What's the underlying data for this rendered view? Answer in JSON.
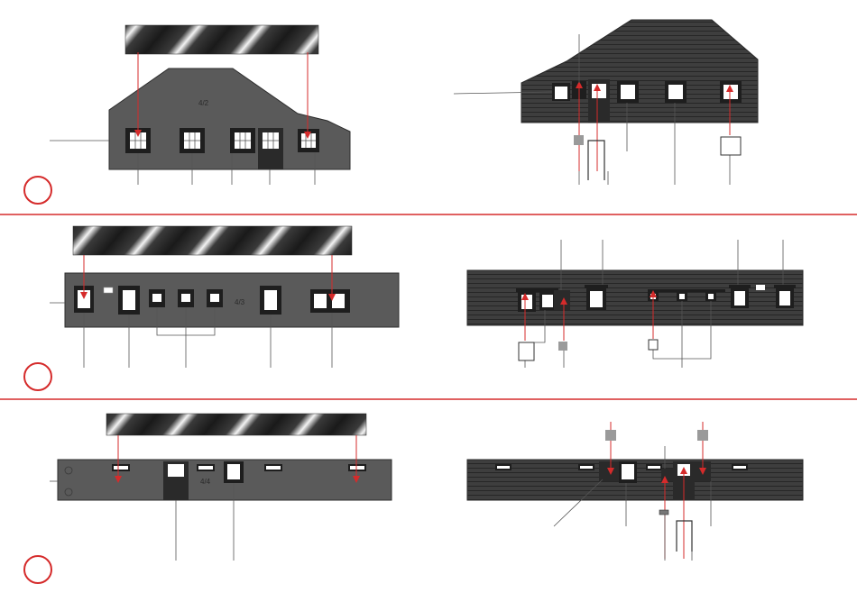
{
  "colors": {
    "panel": "#555555",
    "panel_edge": "#333333",
    "wood": "#3e3e3e",
    "wood_line": "#2a2a2a",
    "window_frame": "#1e1e1e",
    "window_glass": "#ffffff",
    "door": "#2a2a2a",
    "accent_red": "#d52b2b",
    "divider_red": "#d52b2b",
    "glue_grey": "#9a9a9a",
    "stripe_dark": "#222222"
  },
  "steps": [
    {
      "id": "step-1",
      "number": "",
      "part_label": "4/2"
    },
    {
      "id": "step-2",
      "number": "",
      "part_label": "4/3"
    },
    {
      "id": "step-3",
      "number": "",
      "part_label": "4/4"
    }
  ]
}
